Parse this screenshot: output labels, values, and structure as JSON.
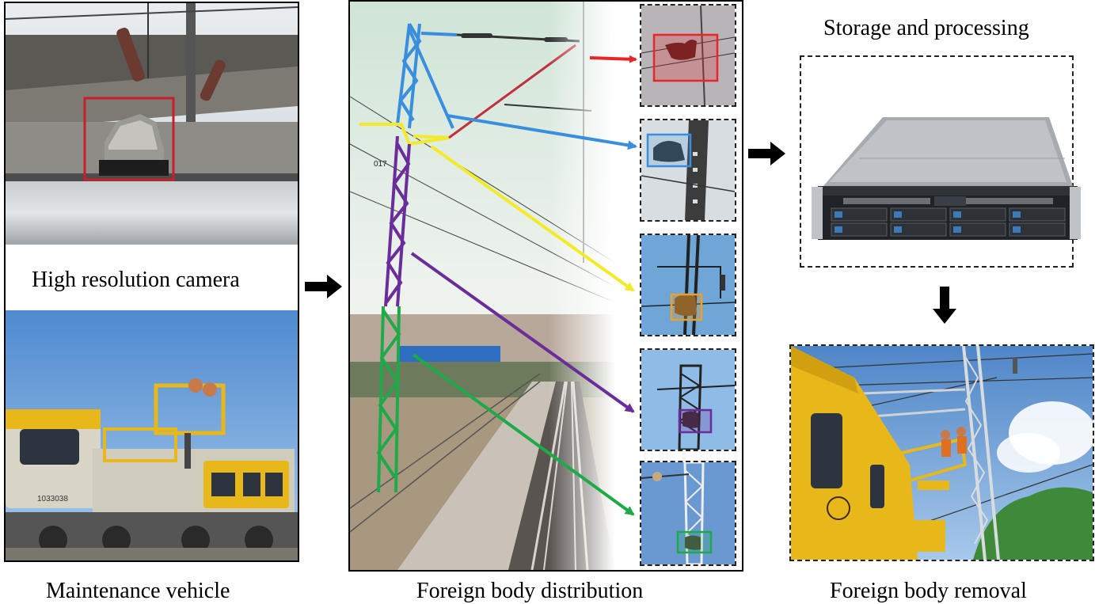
{
  "labels": {
    "high_res_camera": "High resolution camera",
    "maintenance_vehicle": "Maintenance vehicle",
    "foreign_body_distribution": "Foreign body distribution",
    "storage_processing": "Storage and processing",
    "foreign_body_removal": "Foreign body removal"
  },
  "photo_text": {
    "mast_number": "017",
    "vehicle_number": "1033038"
  },
  "colors": {
    "red": "#e8262a",
    "blue": "#3a8ede",
    "yellow": "#f2ea2a",
    "purple": "#6a2d9a",
    "green": "#1faa4a",
    "orange": "#e8a030",
    "frame_red": "#c8202a",
    "vehicle_yellow": "#e8b81a",
    "sky": "#7fb0e0"
  }
}
